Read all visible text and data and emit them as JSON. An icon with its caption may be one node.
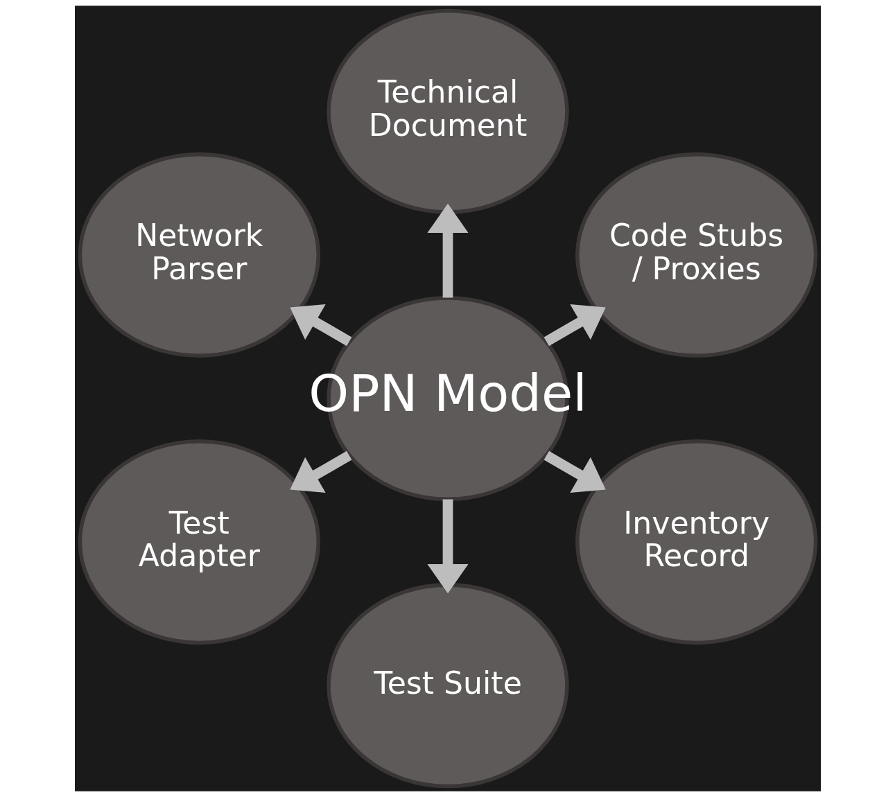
{
  "diagram": {
    "nodes": [
      {
        "text": [
          "OPN Model"
        ]
      },
      {
        "text": [
          "Code Stubs / Proxies"
        ]
      },
      {
        "text": [
          "Technical Document"
        ]
      },
      {
        "text": [
          "Network Parser"
        ]
      },
      {
        "text": [
          "Test Adapter"
        ]
      },
      {
        "text": [
          "Test Suite"
        ]
      },
      {
        "text": [
          "Inventory Record"
        ]
      }
    ],
    "edges": [
      {
        "from": 0,
        "to": 1,
        "arrow": "to"
      },
      {
        "from": 0,
        "to": 2,
        "arrow": "to"
      },
      {
        "from": 0,
        "to": 3,
        "arrow": "to"
      },
      {
        "from": 0,
        "to": 4,
        "arrow": "to"
      },
      {
        "from": 0,
        "to": 5,
        "arrow": "to"
      },
      {
        "from": 0,
        "to": 6,
        "arrow": "to"
      }
    ]
  }
}
